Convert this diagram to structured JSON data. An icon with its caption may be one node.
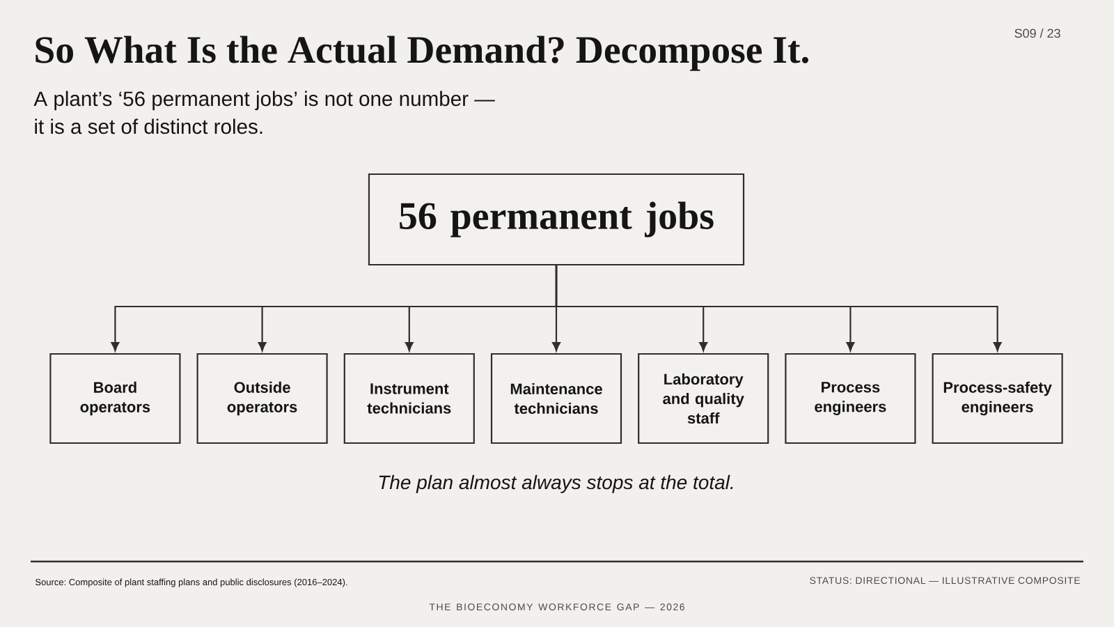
{
  "diagram": {
    "title": "So What Is the Actual Demand? Decompose It.",
    "caption": "The plan almost always stops at the total.",
    "nodes": [
      {
        "text": [
          "56 permanent jobs"
        ]
      },
      {
        "text": [
          "Board operators"
        ]
      },
      {
        "text": [
          "Outside operators"
        ]
      },
      {
        "text": [
          "Instrument technicians"
        ]
      },
      {
        "text": [
          "Maintenance technicians"
        ]
      },
      {
        "text": [
          "Laboratory and quality staff"
        ]
      },
      {
        "text": [
          "Process engineers"
        ]
      },
      {
        "text": [
          "Process-safety engineers"
        ]
      }
    ],
    "edges": [
      {
        "from": 0,
        "to": 1,
        "arrow": "to"
      },
      {
        "from": 0,
        "to": 2,
        "arrow": "to"
      },
      {
        "from": 0,
        "to": 3,
        "arrow": "to"
      },
      {
        "from": 0,
        "to": 4,
        "arrow": "to"
      },
      {
        "from": 0,
        "to": 5,
        "arrow": "to"
      },
      {
        "from": 0,
        "to": 6,
        "arrow": "to"
      },
      {
        "from": 0,
        "to": 7,
        "arrow": "to"
      }
    ],
    "labels": [
      "S09 / 23",
      "A plant’s ‘56 permanent jobs’ is not one number — it is a set of distinct roles.",
      "Source: Composite of plant staffing plans and public disclosures (2016–2024).",
      "STATUS: DIRECTIONAL — ILLUSTRATIVE COMPOSITE",
      "THE BIOECONOMY WORKFORCE GAP — 2026"
    ]
  }
}
